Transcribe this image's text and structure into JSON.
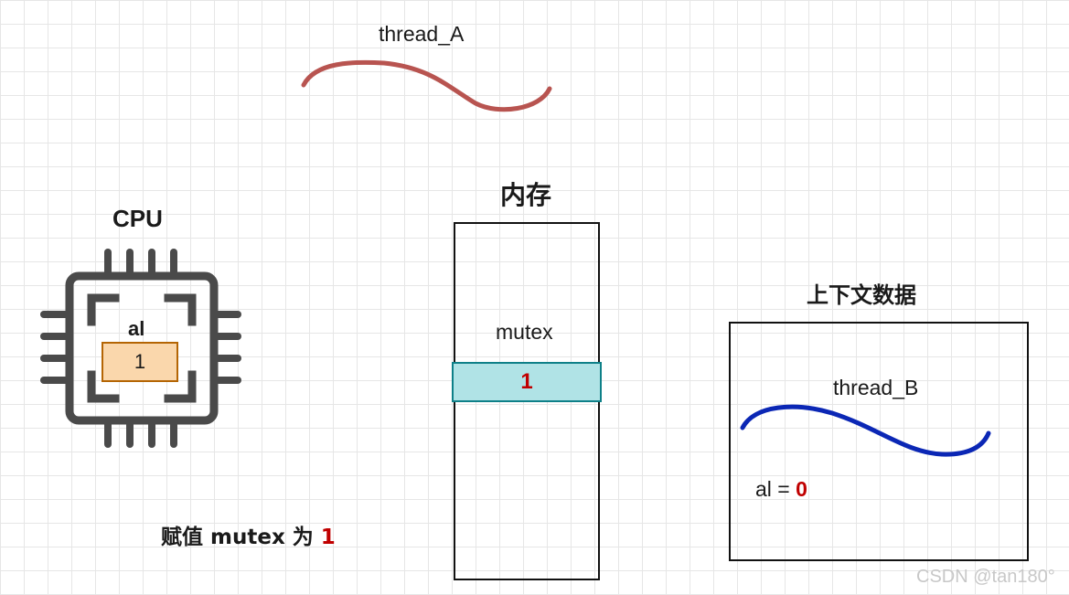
{
  "colors": {
    "thread_a_stroke": "#b85450",
    "thread_b_stroke": "#0b27b5",
    "cpu_icon": "#4a4a4a",
    "register_fill": "#fad7ac",
    "register_border": "#b46504",
    "mutex_fill": "#b0e3e6",
    "mutex_border": "#0e8088",
    "highlight_value": "#c00000"
  },
  "thread_a": {
    "label": "thread_A",
    "icon": "wavy-line-icon"
  },
  "cpu": {
    "title": "CPU",
    "icon": "cpu-chip-icon",
    "register": {
      "name": "al",
      "value": "1"
    }
  },
  "memory": {
    "title": "内存",
    "variable_name": "mutex",
    "variable_value": "1"
  },
  "context": {
    "title": "上下文数据",
    "thread_label": "thread_B",
    "thread_icon": "wavy-line-icon",
    "saved_register_name": "al",
    "saved_register_equals": " = ",
    "saved_register_value": "0"
  },
  "caption": {
    "prefix": "赋值 mutex 为 ",
    "value": "1"
  },
  "watermark": "CSDN @tan180°"
}
